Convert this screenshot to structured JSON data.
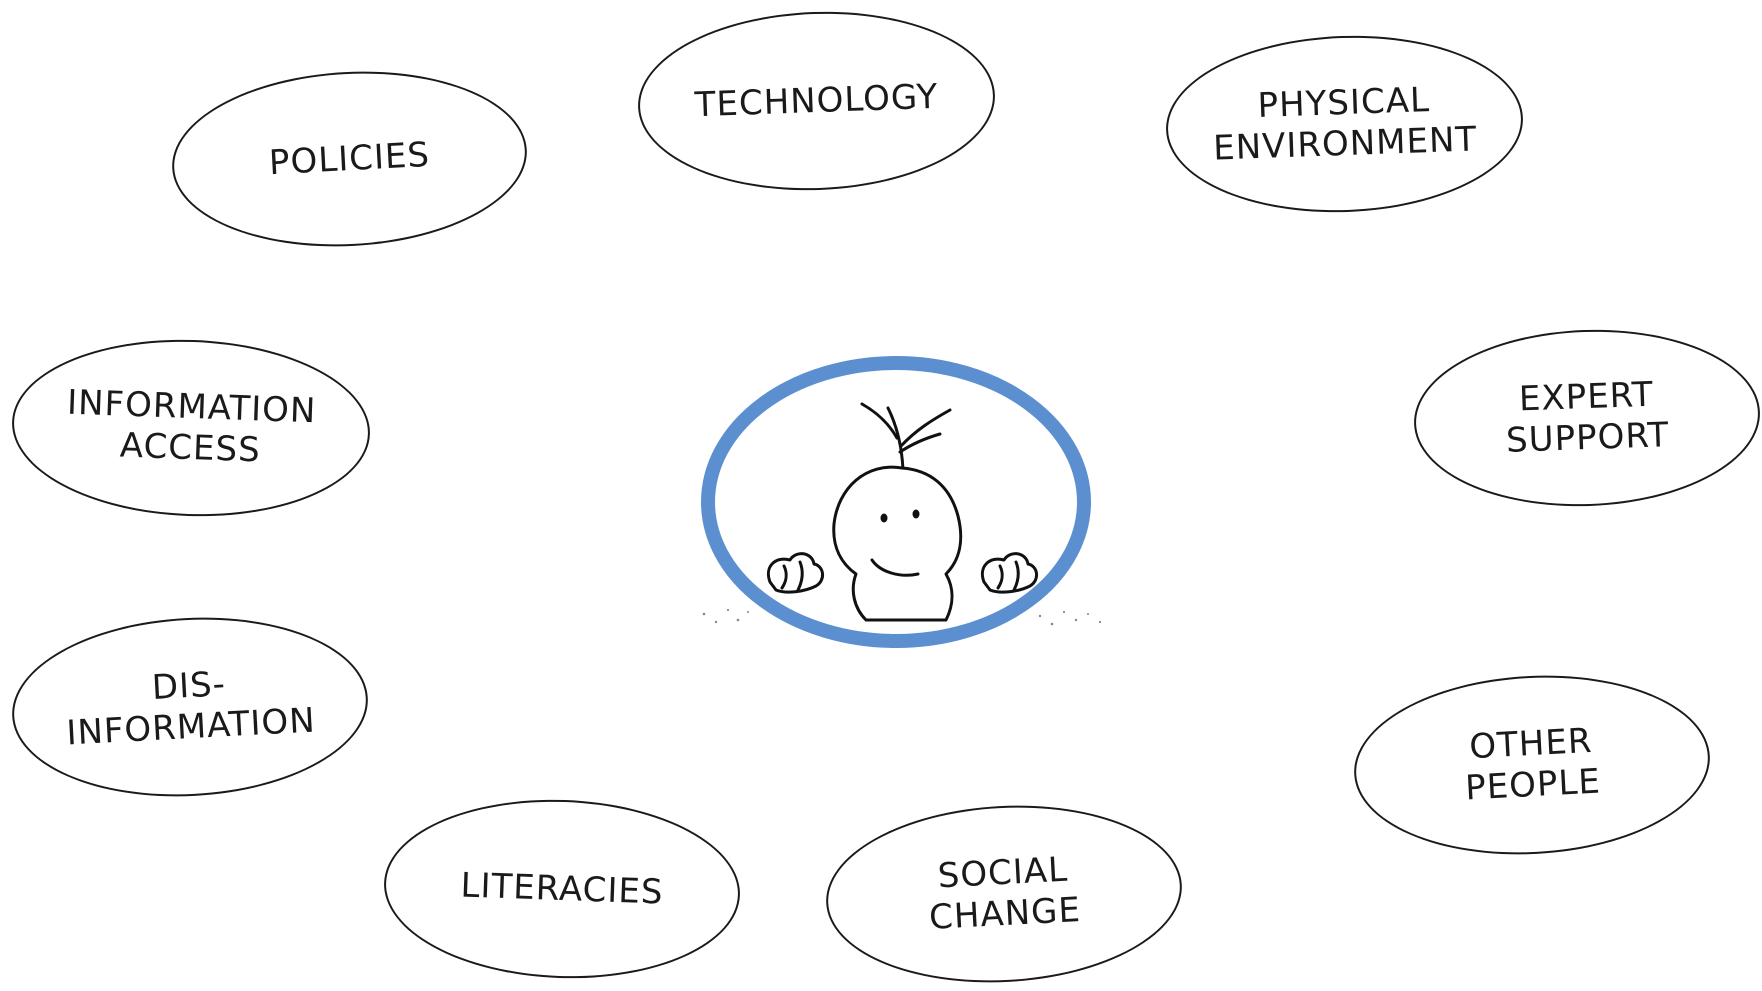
{
  "diagram": {
    "center": {
      "ring_color": "#5b8fd0",
      "figure": "doodle-creature-peeking"
    },
    "nodes": [
      {
        "id": "policies",
        "label": "POLICIES"
      },
      {
        "id": "technology",
        "label": "TECHNOLOGY"
      },
      {
        "id": "physical-environment",
        "label": "PHYSICAL\nENVIRONMENT"
      },
      {
        "id": "information-access",
        "label": "INFORMATION\nACCESS"
      },
      {
        "id": "expert-support",
        "label": "EXPERT\nSUPPORT"
      },
      {
        "id": "dis-information",
        "label": "DIS-\nINFORMATION"
      },
      {
        "id": "other-people",
        "label": "OTHER\nPEOPLE"
      },
      {
        "id": "literacies",
        "label": "LITERACIES"
      },
      {
        "id": "social-change",
        "label": "SOCIAL\nCHANGE"
      }
    ]
  }
}
